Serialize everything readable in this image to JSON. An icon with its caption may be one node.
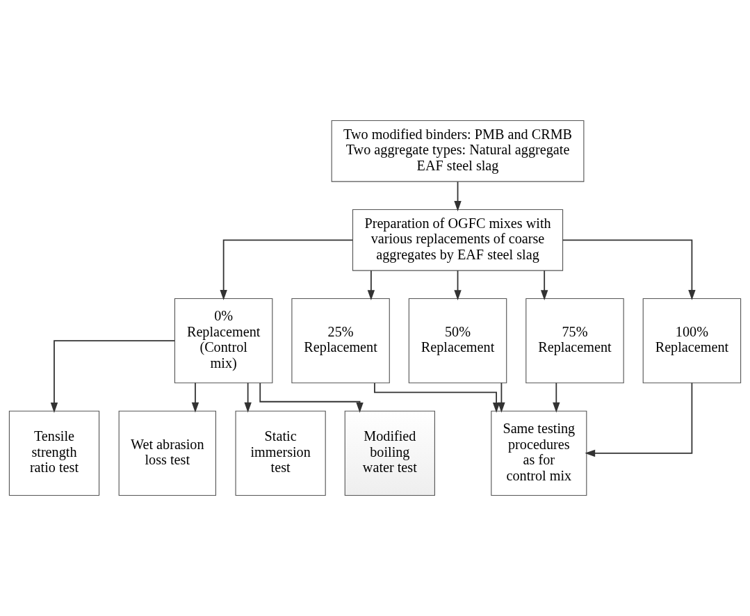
{
  "diagram": {
    "nodes": [
      {
        "text": [
          "Two modified binders: PMB and CRMB",
          "Two aggregate types: Natural aggregate EAF steel slag"
        ]
      },
      {
        "text": [
          "Preparation of OGFC mixes with various replacements of coarse aggregates by EAF steel slag"
        ]
      },
      {
        "text": [
          "0% Replacement (Control mix)"
        ]
      },
      {
        "text": [
          "25% Replacement"
        ]
      },
      {
        "text": [
          "50% Replacement"
        ]
      },
      {
        "text": [
          "75% Replacement"
        ]
      },
      {
        "text": [
          "100% Replacement"
        ]
      },
      {
        "text": [
          "Tensile strength ratio test"
        ]
      },
      {
        "text": [
          "Wet abrasion loss test"
        ]
      },
      {
        "text": [
          "Static immersion test"
        ]
      },
      {
        "text": [
          "Modified boiling water test"
        ]
      },
      {
        "text": [
          "Same testing procedures as for control mix"
        ]
      }
    ],
    "edges": [
      {
        "from": 0,
        "to": 1,
        "arrow": "to"
      },
      {
        "from": 1,
        "to": 2,
        "arrow": "to"
      },
      {
        "from": 1,
        "to": 3,
        "arrow": "to"
      },
      {
        "from": 1,
        "to": 4,
        "arrow": "to"
      },
      {
        "from": 1,
        "to": 5,
        "arrow": "to"
      },
      {
        "from": 1,
        "to": 6,
        "arrow": "to"
      },
      {
        "from": 2,
        "to": 7,
        "arrow": "to"
      },
      {
        "from": 2,
        "to": 8,
        "arrow": "to"
      },
      {
        "from": 2,
        "to": 9,
        "arrow": "to"
      },
      {
        "from": 2,
        "to": 10,
        "arrow": "to"
      },
      {
        "from": 3,
        "to": 11,
        "arrow": "to"
      },
      {
        "from": 4,
        "to": 11,
        "arrow": "to"
      },
      {
        "from": 5,
        "to": 11,
        "arrow": "to"
      },
      {
        "from": 6,
        "to": 11,
        "arrow": "to"
      }
    ]
  }
}
